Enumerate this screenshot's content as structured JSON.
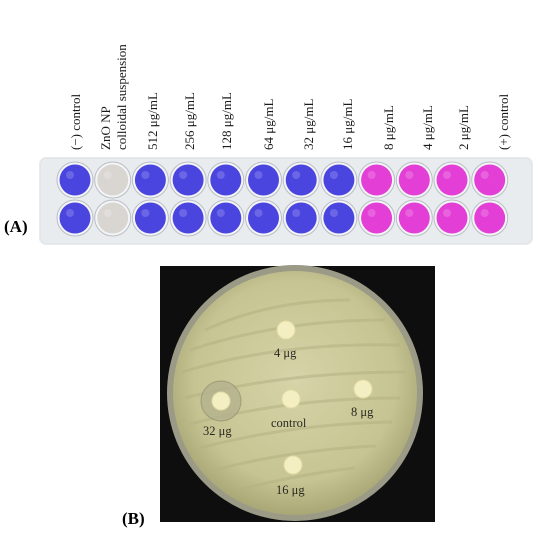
{
  "panel_a": {
    "label": "(A)",
    "columns": [
      "(−) control",
      "ZnO NP",
      "colloidal suspension",
      "512 μg/mL",
      "256 μg/mL",
      "128 μg/mL",
      "64 μg/mL",
      "32 μg/mL",
      "16 μg/mL",
      "8 μg/mL",
      "4 μg/mL",
      "2 μg/mL",
      "(+) control"
    ],
    "well_colors": {
      "blue": "#4b45e0",
      "white": "#d9d6d2",
      "pink": "#e33fd6"
    },
    "well_rows": [
      [
        "blue",
        "white",
        "blue",
        "blue",
        "blue",
        "blue",
        "blue",
        "blue",
        "pink",
        "pink",
        "pink",
        "pink"
      ],
      [
        "blue",
        "white",
        "blue",
        "blue",
        "blue",
        "blue",
        "blue",
        "blue",
        "pink",
        "pink",
        "pink",
        "pink"
      ]
    ]
  },
  "panel_b": {
    "label": "(B)",
    "agar_color": "#c9c79a",
    "discs": [
      {
        "label": "4 μg"
      },
      {
        "label": "8 μg"
      },
      {
        "label": "control"
      },
      {
        "label": "32 μg"
      },
      {
        "label": "16 μg"
      }
    ]
  }
}
